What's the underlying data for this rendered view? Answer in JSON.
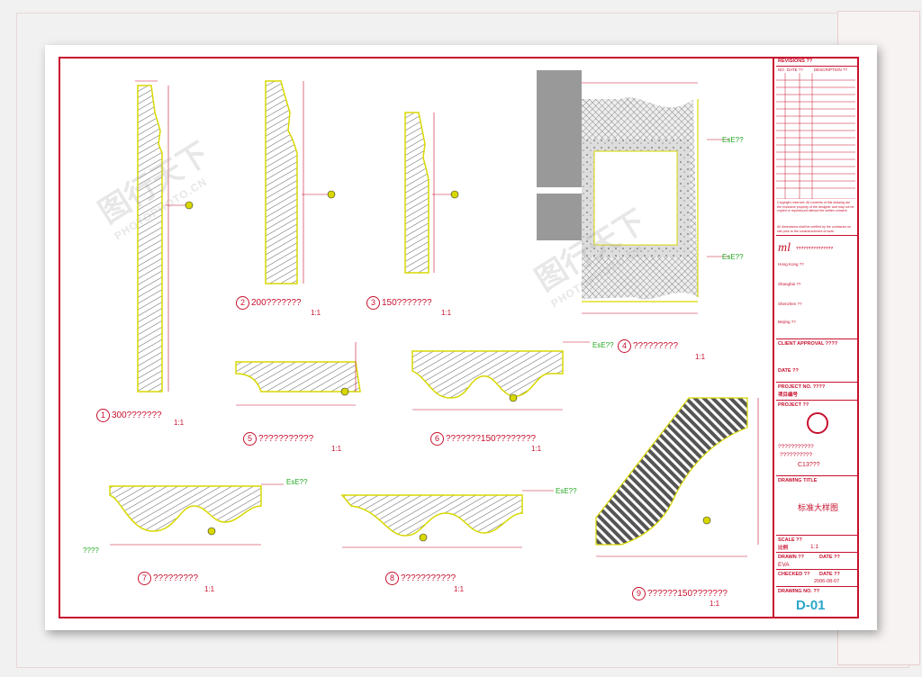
{
  "titleblock": {
    "revisions_label": "REVISIONS ??",
    "col_no": "NO.",
    "col_date": "DATE ??",
    "col_desc": "DESCRIPTION ??",
    "copyright_note": "Copyright reserved. All contents of this drawing are the exclusive property of the designer and may not be copied or reproduced without the written consent.",
    "dimension_note": "All dimensions shall be verified by the contractor on site prior to the commencement of work.",
    "company_name": "???????????????",
    "offices": [
      "Hong Kong ??",
      "Shanghai ??",
      "Shenzhen ??",
      "Beijing ??"
    ],
    "client_approval": "CLIENT APPROVAL ????",
    "date_label": "DATE ??",
    "project_no_label": "PROJECT NO. ????",
    "project_no_cn": "项目编号",
    "project_label": "PROJECT ??",
    "project_name_1": "???????????",
    "project_name_2": "??????????",
    "project_code": "C13???",
    "drawing_title_label": "DRAWING TITLE",
    "drawing_title": "标准大样图",
    "scale_label": "SCALE ??",
    "scale_cn": "比例",
    "scale_value": "1:1",
    "drawn_label": "DRAWN ??",
    "drawn_value": "EVA",
    "checked_label": "CHECKED ??",
    "date2_label": "DATE ??",
    "date2_value": "2006-08-07",
    "drawing_no_label": "DRAWING NO. ??",
    "drawing_no": "D-01"
  },
  "details": [
    {
      "num": "1",
      "title": "300???????",
      "scale": "1:1"
    },
    {
      "num": "2",
      "title": "200???????",
      "scale": "1:1"
    },
    {
      "num": "3",
      "title": "150???????",
      "scale": "1:1"
    },
    {
      "num": "4",
      "title": "?????????",
      "scale": "1:1"
    },
    {
      "num": "5",
      "title": "???????????",
      "scale": "1:1"
    },
    {
      "num": "6",
      "title": "???????150????????",
      "scale": "1:1"
    },
    {
      "num": "7",
      "title": "?????????",
      "scale": "1:1"
    },
    {
      "num": "8",
      "title": "???????????",
      "scale": "1:1"
    },
    {
      "num": "9",
      "title": "??????150???????",
      "scale": "1:1"
    }
  ],
  "material_tag": "EsE??",
  "detail7_extra": "????",
  "watermark": {
    "cn": "图行天下",
    "en": "PHOTOPHOTO.CN"
  },
  "colors": {
    "frame": "#c8102e",
    "profile": "#d8d800",
    "hatch": "#333333",
    "tag": "#22aa22"
  }
}
